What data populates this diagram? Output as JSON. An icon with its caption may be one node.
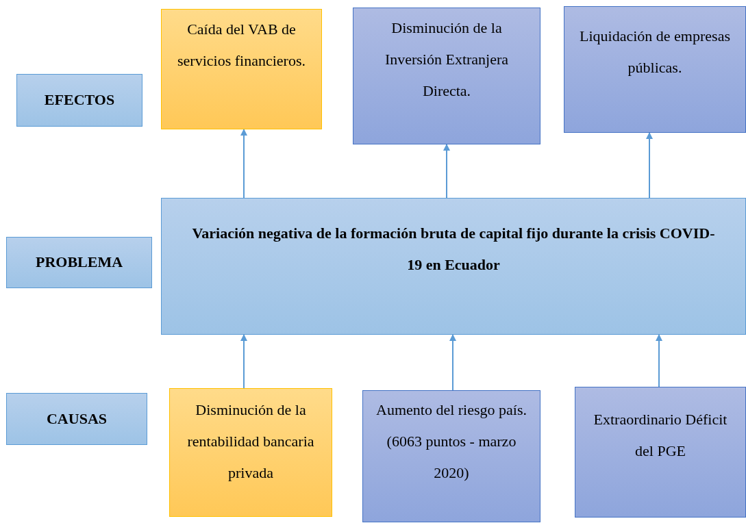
{
  "diagram": {
    "nodes": [
      {
        "text": [
          "EFECTOS"
        ]
      },
      {
        "text": [
          "Caída del VAB de servicios financieros."
        ]
      },
      {
        "text": [
          "Disminución de la Inversión Extranjera Directa."
        ]
      },
      {
        "text": [
          "Liquidación de empresas públicas."
        ]
      },
      {
        "text": [
          "PROBLEMA"
        ]
      },
      {
        "text": [
          "Variación negativa de la formación bruta de capital fijo durante la crisis COVID-19 en Ecuador"
        ]
      },
      {
        "text": [
          "CAUSAS"
        ]
      },
      {
        "text": [
          "Disminución de la rentabilidad bancaria privada"
        ]
      },
      {
        "text": [
          "Aumento del riesgo país.",
          "(6063 puntos - marzo 2020)"
        ]
      },
      {
        "text": [
          "Extraordinario Déficit del PGE"
        ]
      }
    ],
    "edges": [
      {
        "from": 5,
        "to": 1,
        "arrow": "to"
      },
      {
        "from": 5,
        "to": 2,
        "arrow": "to"
      },
      {
        "from": 5,
        "to": 3,
        "arrow": "to"
      },
      {
        "from": 7,
        "to": 5,
        "arrow": "to"
      },
      {
        "from": 8,
        "to": 5,
        "arrow": "to"
      },
      {
        "from": 9,
        "to": 5,
        "arrow": "to"
      }
    ]
  }
}
